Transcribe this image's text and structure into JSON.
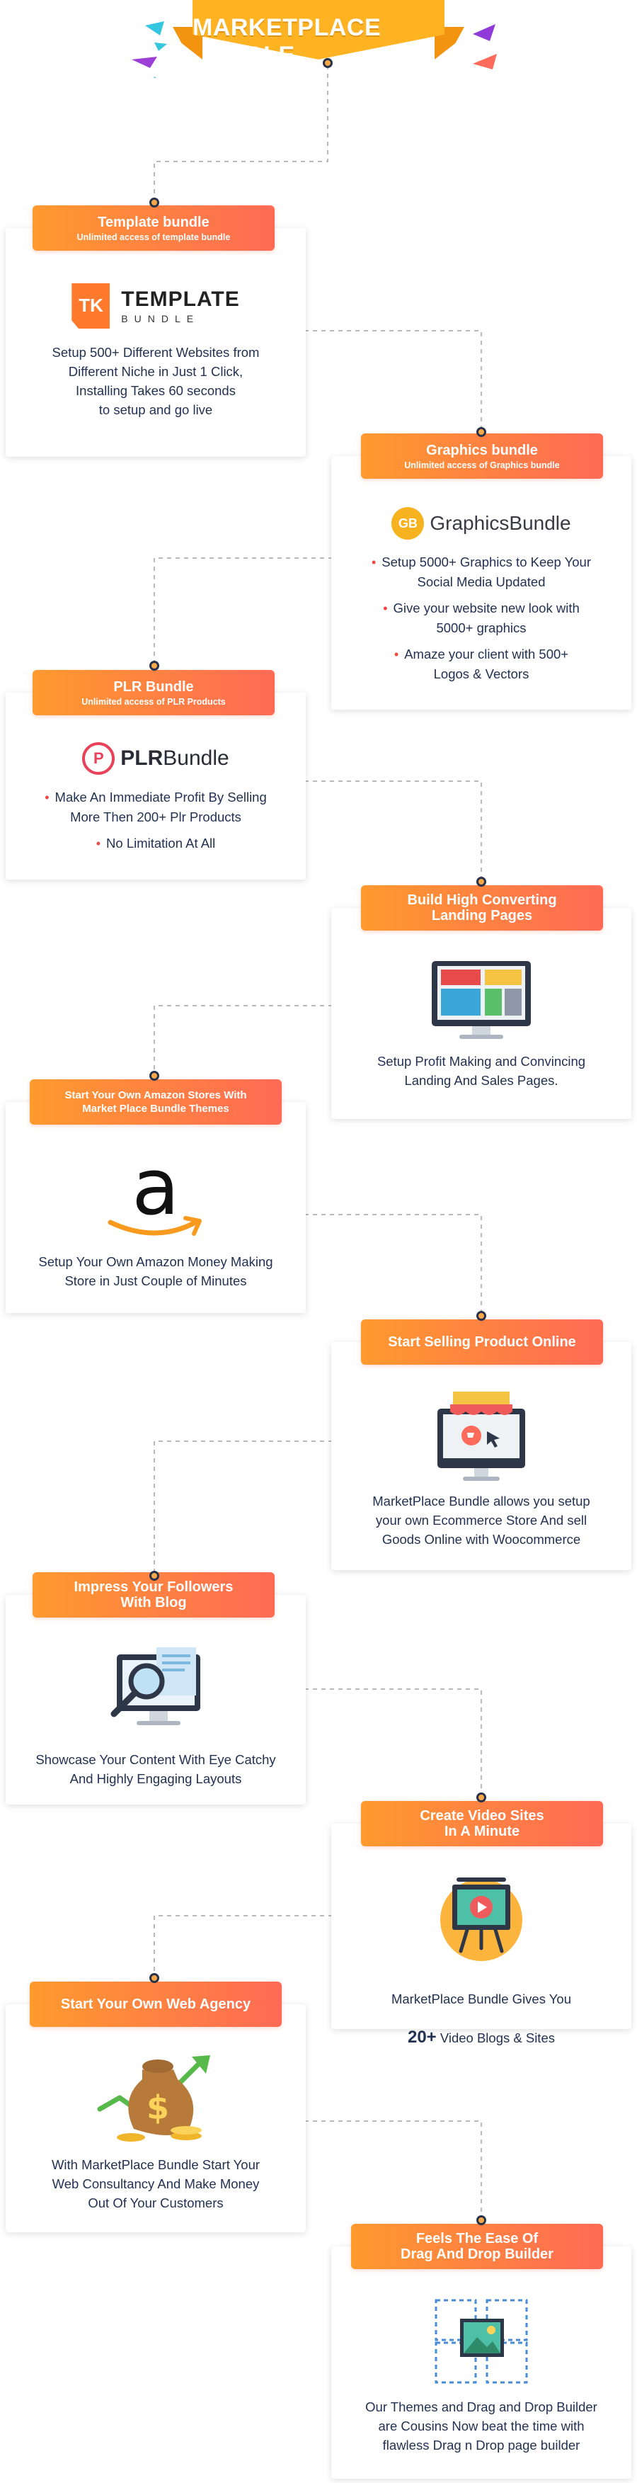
{
  "header": {
    "title": "MARKETPLACE BUNDLE"
  },
  "colors": {
    "tag_start": "#ff9a2e",
    "tag_end": "#ff6a55",
    "banner": "#ffb322",
    "bullet": "#ef4743",
    "connector": "#b8b8b8"
  },
  "cards": [
    {
      "tag_title": "Template bundle",
      "tag_subtitle": "Unlimited access of template bundle",
      "logo_mark": "TK",
      "logo_line1": "TEMPLATE",
      "logo_line2": "BUNDLE",
      "description": "Setup 500+ Different Websites from\nDifferent Niche in Just 1 Click,\nInstalling Takes 60 seconds\nto setup and go live"
    },
    {
      "tag_title": "Graphics bundle",
      "tag_subtitle": "Unlimited access of Graphics bundle",
      "logo_mark": "GB",
      "logo_text": "GraphicsBundle",
      "bullets": [
        "Setup 5000+ Graphics to Keep Your\nSocial Media Updated",
        "Give your website new look with\n5000+ graphics",
        "Amaze your client with 500+\nLogos & Vectors"
      ]
    },
    {
      "tag_title": "PLR Bundle",
      "tag_subtitle": "Unlimited access of PLR Products",
      "logo_mark": "P",
      "logo_text_bold": "PLR",
      "logo_text": "Bundle",
      "bullets": [
        "Make An Immediate Profit By Selling\nMore Then 200+ Plr Products",
        "No Limitation At All"
      ]
    },
    {
      "tag_title": "Build High Converting\nLanding Pages",
      "icon": "monitor-layout-icon",
      "description": "Setup Profit Making and Convincing\nLanding And Sales Pages."
    },
    {
      "tag_title": "Start Your Own Amazon Stores  With\nMarket Place Bundle Themes",
      "icon": "amazon-logo-icon",
      "logo_mark": "a",
      "description": "Setup Your Own Amazon Money Making\nStore in Just Couple of Minutes"
    },
    {
      "tag_title": "Start Selling Product Online",
      "icon": "online-store-icon",
      "description": "MarketPlace Bundle allows you setup\nyour own Ecommerce Store And sell\nGoods Online with Woocommerce"
    },
    {
      "tag_title": "Impress Your Followers\nWith Blog",
      "icon": "blog-search-icon",
      "description": "Showcase Your Content With Eye Catchy\nAnd Highly Engaging Layouts"
    },
    {
      "tag_title": "Create Video Sites\nIn A Minute",
      "icon": "video-board-icon",
      "description_line1": "MarketPlace Bundle Gives You",
      "description_bold": "20+",
      "description_line2": " Video Blogs & Sites"
    },
    {
      "tag_title": "Start Your Own Web Agency",
      "icon": "money-bag-growth-icon",
      "description": "With MarketPlace Bundle Start Your\nWeb Consultancy And Make Money\nOut Of Your Customers"
    },
    {
      "tag_title": "Feels The Ease Of\nDrag And Drop Builder",
      "icon": "drag-drop-icon",
      "description": "Our Themes and Drag and Drop Builder\nare Cousins Now beat the time with\nflawless Drag n Drop page builder"
    }
  ]
}
